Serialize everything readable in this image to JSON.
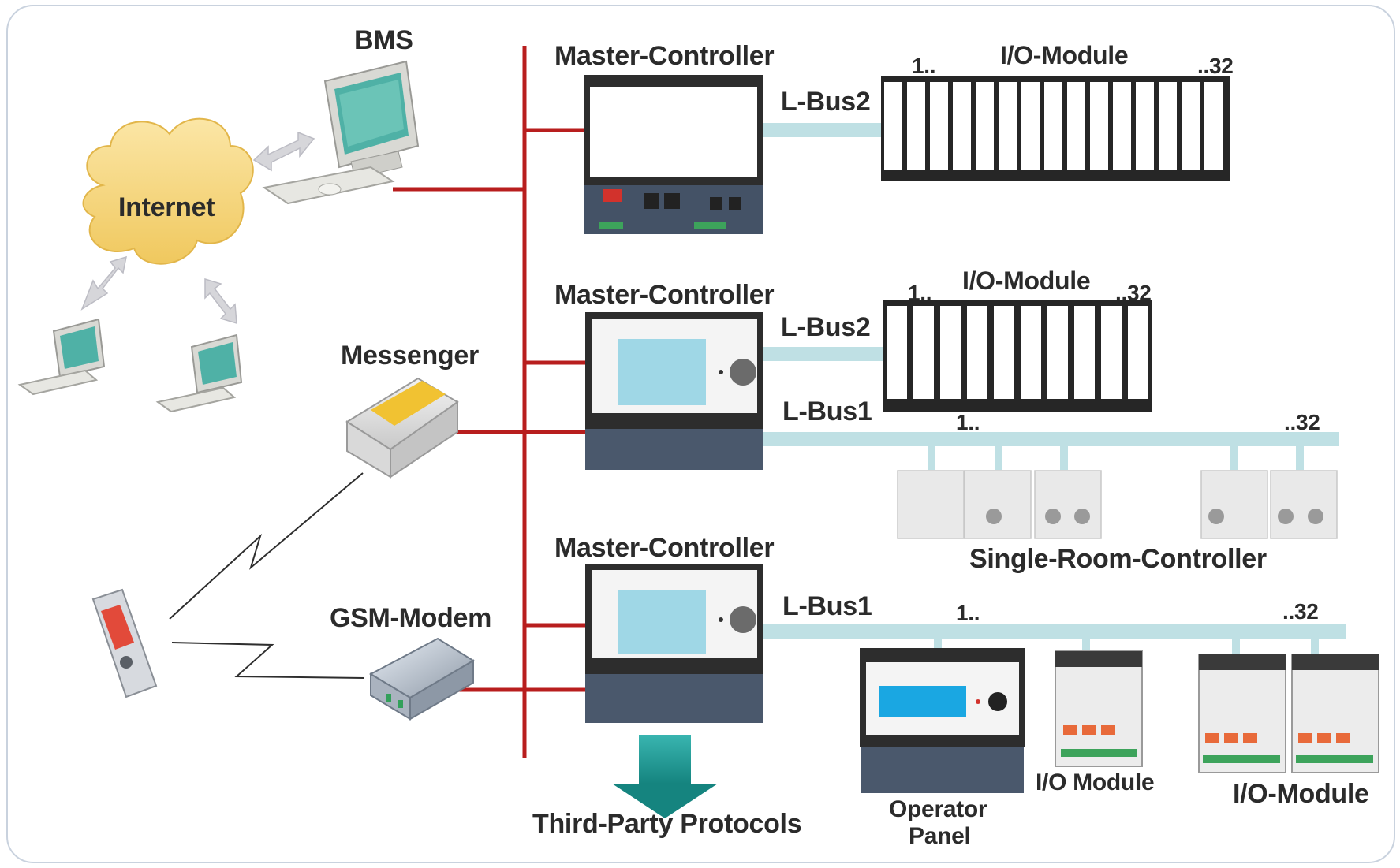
{
  "labels": {
    "bms": "BMS",
    "internet": "Internet",
    "messenger": "Messenger",
    "gsm_modem": "GSM-Modem",
    "master_controller": "Master-Controller",
    "lbus2": "L-Bus2",
    "lbus1": "L-Bus1",
    "io_module": "I/O-Module",
    "io_module_alt": "I/O Module",
    "range_start": "1..",
    "range_end": "..32",
    "single_room_controller": "Single-Room-Controller",
    "third_party_protocols": "Third-Party Protocols",
    "operator_panel_line1": "Operator",
    "operator_panel_line2": "Panel"
  },
  "colors": {
    "backbone": "#b81e1e",
    "bus": "#bfe0e4",
    "arrow_teal": "#1f9e9a",
    "cloud": "#f6d67a",
    "frame": "#c9d2de"
  }
}
